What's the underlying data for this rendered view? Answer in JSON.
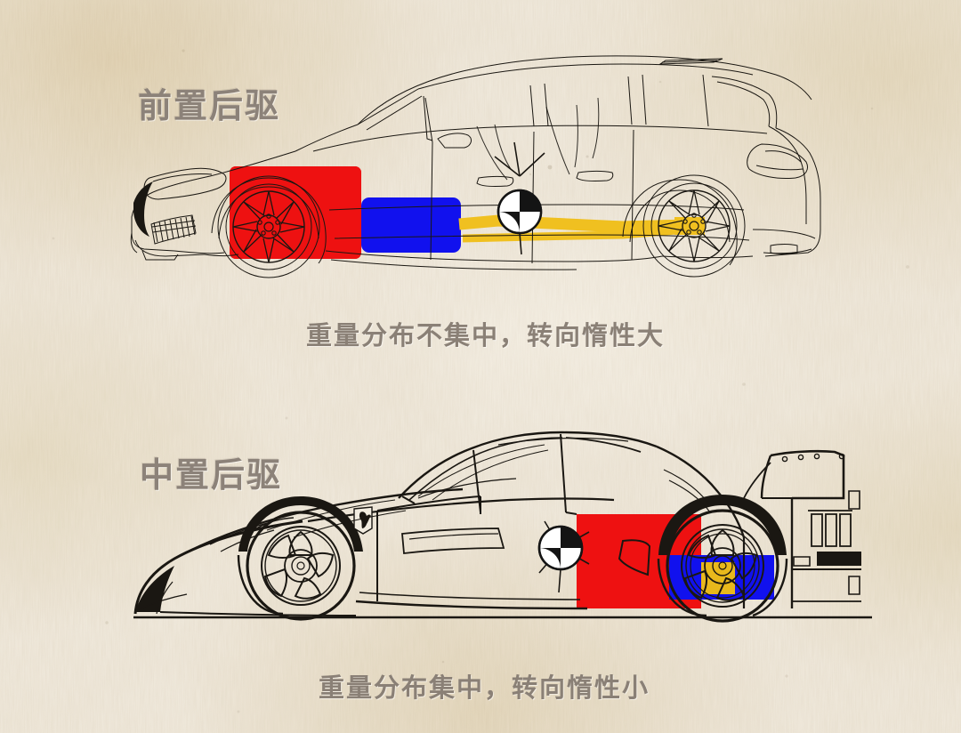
{
  "page": {
    "background_color": "#f2ece0",
    "text_color": "#8a8076",
    "line_color": "#1a1712"
  },
  "palette": {
    "engine_red": "#ee1111",
    "transmission_blue": "#1111ee",
    "driveshaft_yellow": "#f0c020",
    "differential_yellow": "#e8b81c",
    "cg_marker_dark": "#141414",
    "cg_marker_light": "#ffffff"
  },
  "sections": [
    {
      "id": "front-engine-rwd",
      "heading": "前置后驱",
      "caption": "重量分布不集中，转向惰性大",
      "vehicle": "station-wagon",
      "components": [
        {
          "name": "engine-block",
          "color": "#ee1111",
          "label": "engine"
        },
        {
          "name": "transmission",
          "color": "#1111ee",
          "label": "transmission"
        },
        {
          "name": "driveshaft",
          "color": "#f0c020",
          "label": "driveshaft"
        },
        {
          "name": "center-of-gravity-marker",
          "label": "center of gravity"
        }
      ]
    },
    {
      "id": "mid-engine-rwd",
      "heading": "中置后驱",
      "caption": "重量分布集中，转向惰性小",
      "vehicle": "mid-engine-sports-car",
      "components": [
        {
          "name": "engine-block",
          "color": "#ee1111",
          "label": "engine"
        },
        {
          "name": "transaxle",
          "color": "#1111ee",
          "label": "transaxle"
        },
        {
          "name": "differential",
          "color": "#e8b81c",
          "label": "differential"
        },
        {
          "name": "center-of-gravity-marker",
          "label": "center of gravity"
        }
      ]
    }
  ]
}
